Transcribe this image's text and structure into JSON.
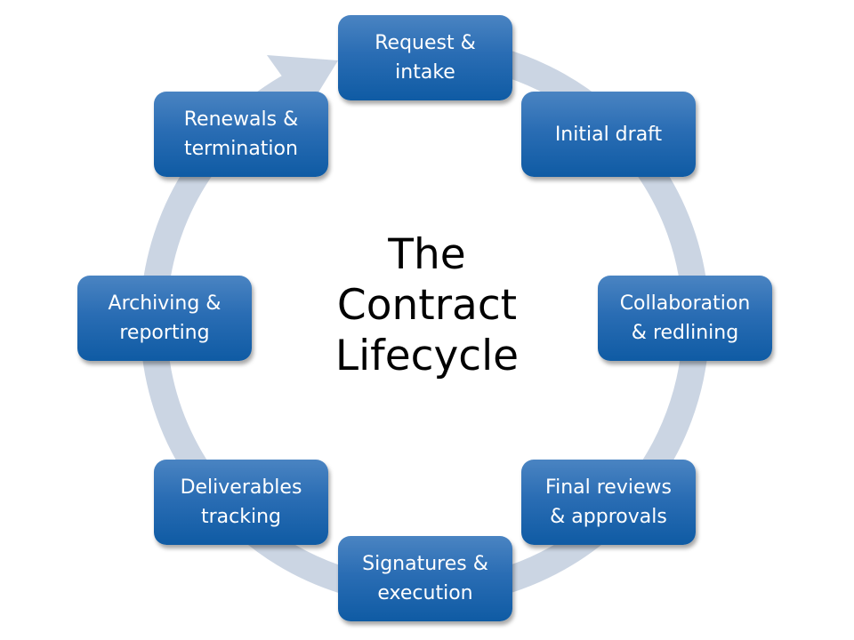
{
  "diagram": {
    "title": "The\nContract\nLifecycle",
    "colors": {
      "ring": "#cbd5e3",
      "box_top": "#4a84c2",
      "box_bottom": "#0f5ba4",
      "box_text": "#ffffff",
      "title_text": "#000000"
    },
    "cycle_direction": "clockwise",
    "steps": [
      {
        "label": "Request &\nintake"
      },
      {
        "label": "Initial draft"
      },
      {
        "label": "Collaboration\n& redlining"
      },
      {
        "label": "Final reviews\n& approvals"
      },
      {
        "label": "Signatures &\nexecution"
      },
      {
        "label": "Deliverables\ntracking"
      },
      {
        "label": "Archiving &\nreporting"
      },
      {
        "label": "Renewals &\ntermination"
      }
    ]
  }
}
